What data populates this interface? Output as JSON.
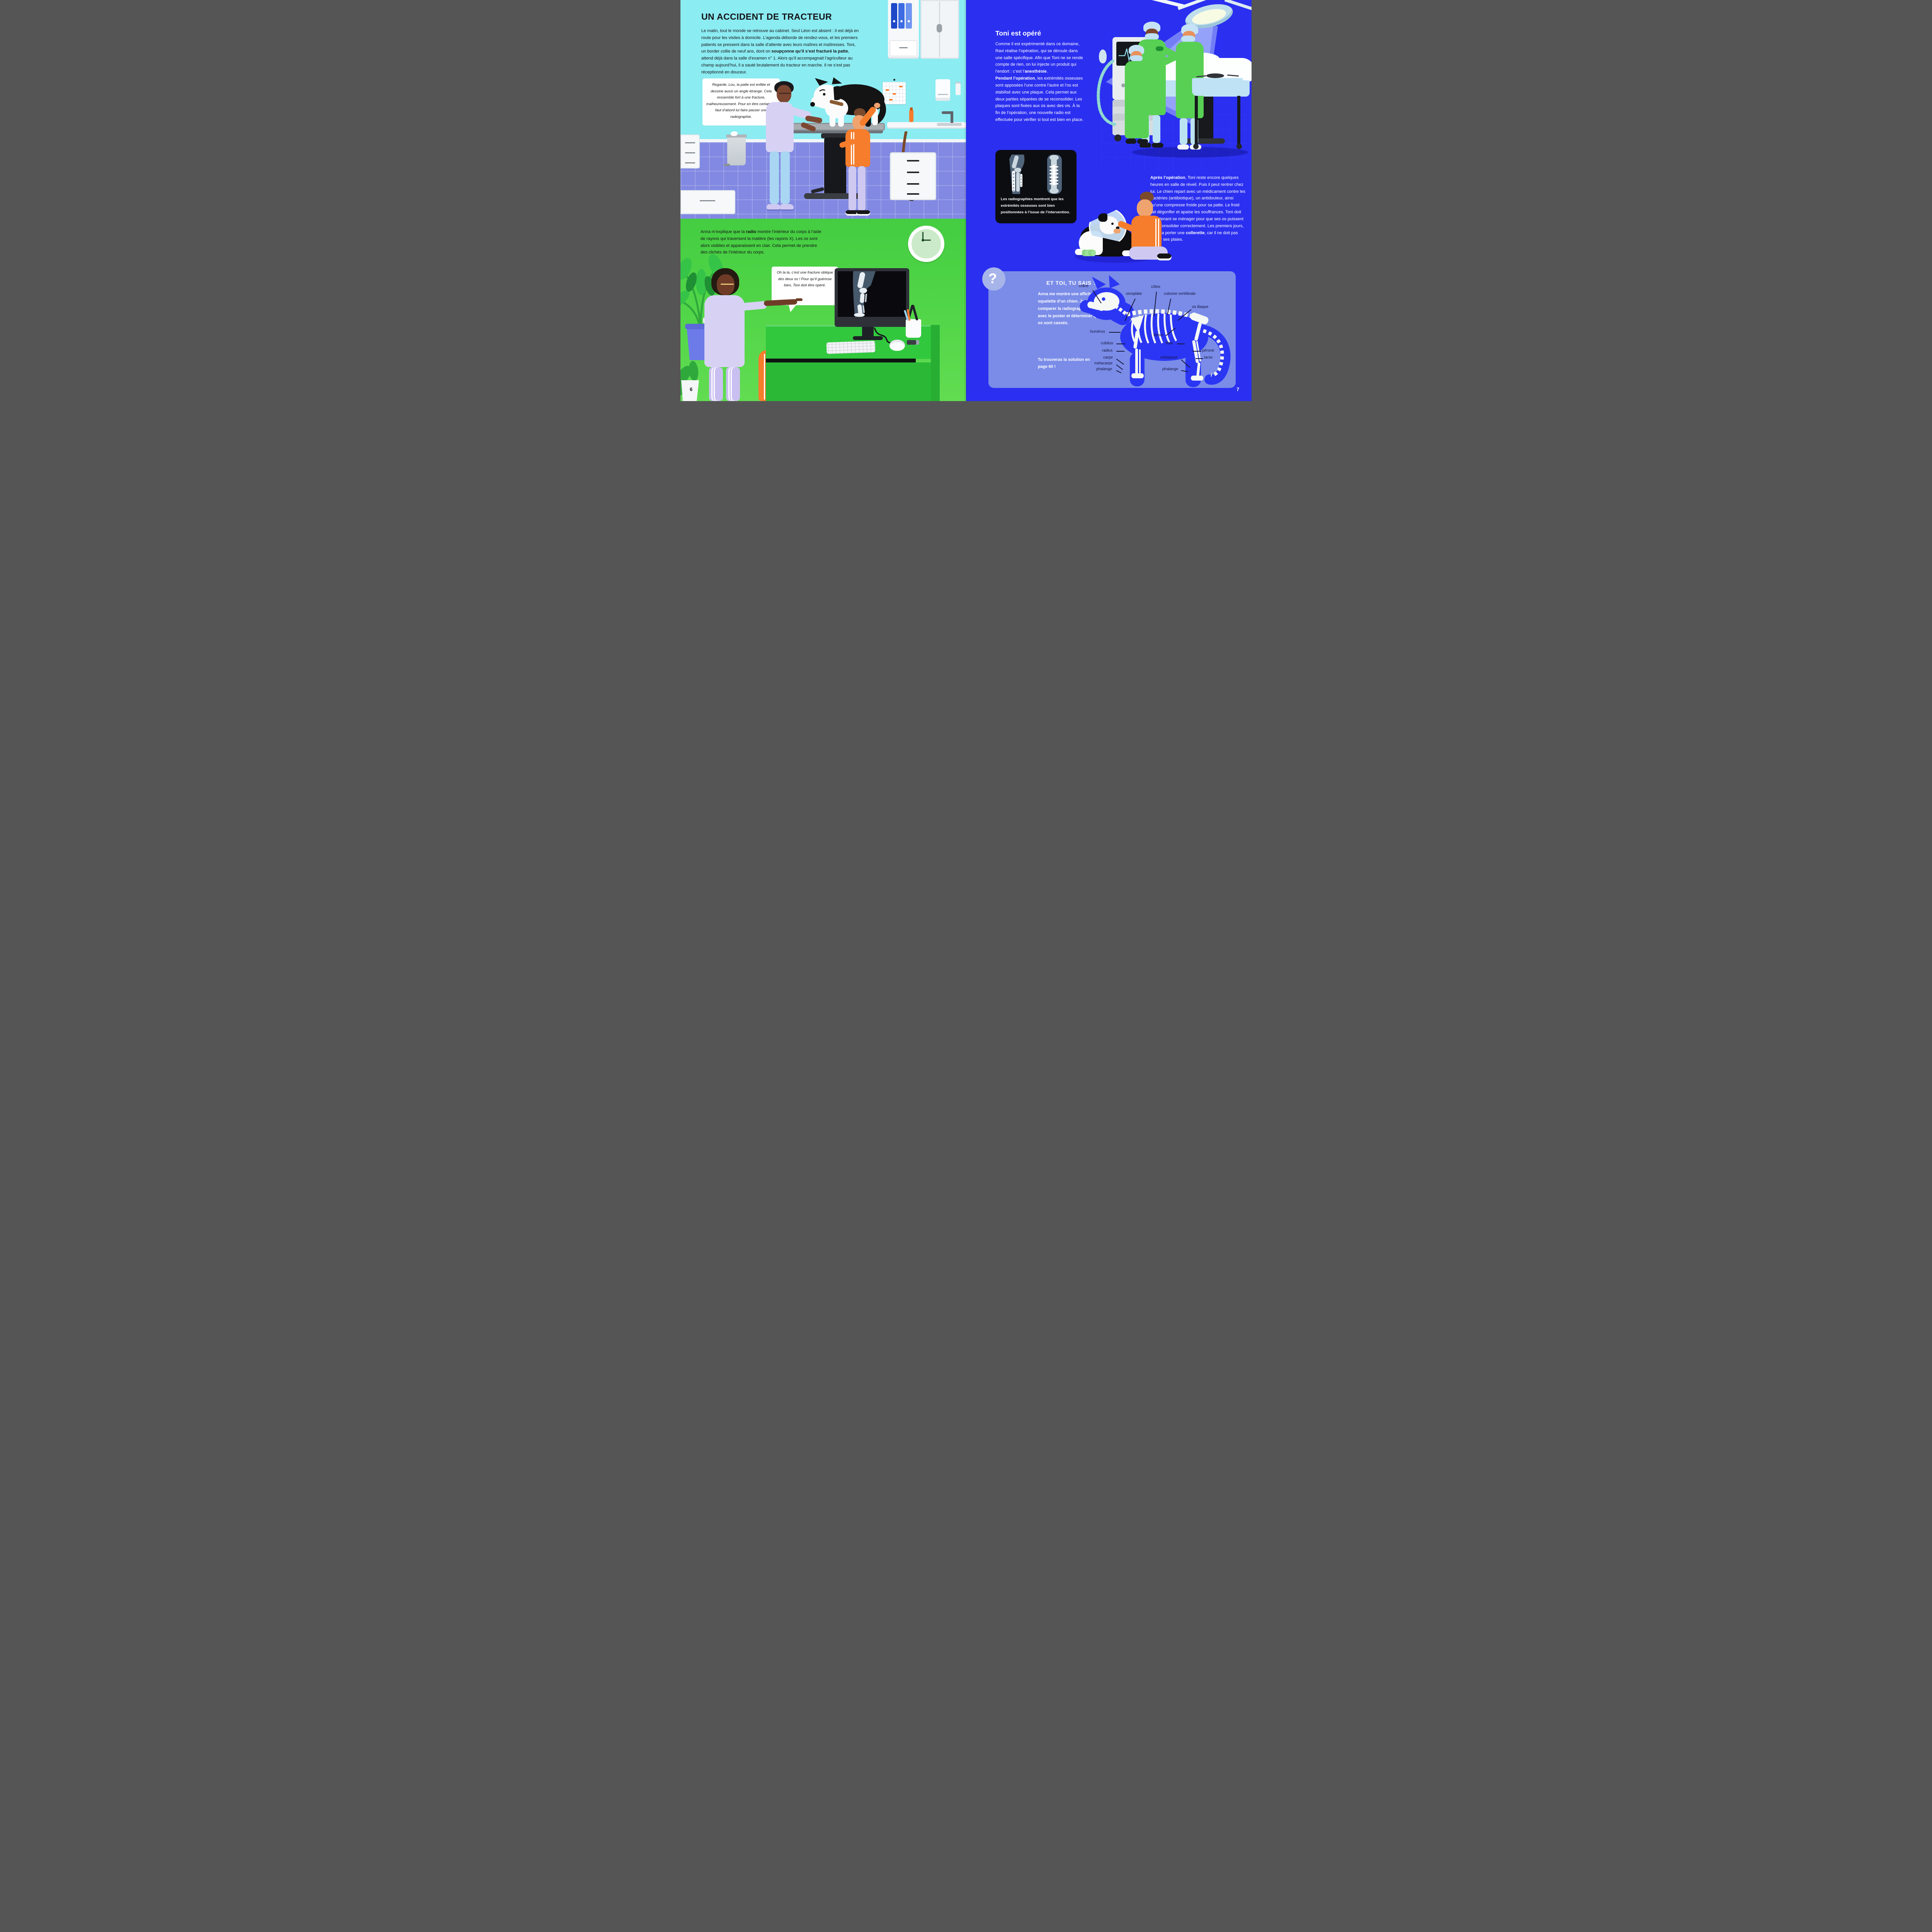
{
  "colors": {
    "cyan_wall": "#8BECF2",
    "tile_wall": "#8289E2",
    "green_wall": "#4FD348",
    "page_blue": "#2A2FF0",
    "quiz_panel_blue": "#7A8CE8",
    "accent_orange": "#F57D2C",
    "surgeon_green": "#58D054"
  },
  "page_left": {
    "page_number": "6",
    "title": "UN ACCIDENT DE TRACTEUR",
    "intro": {
      "s1": "Le matin, tout le monde se retrouve au cabinet. Seul Léon est absent : il est déjà en route pour les visites à domicile. L’agenda déborde de rendez-vous, et les premiers patients se pressent dans la salle d’attente avec leurs maîtres et maîtresses. Toni, un border collie de neuf ans, dont on ",
      "s2_bold": "soupçonne qu’il s’est fracturé la patte",
      "s3": ", attend déjà dans la salle d’examen n° 1. Alors qu’il accompagnait l’agriculteur au champ aujourd’hui, il a sauté brutalement du tracteur en marche. Il ne s’est pas réceptionné en douceur."
    },
    "speech_bubble_exam": "Regarde, Lou, la patte est enflée et dessine aussi un angle étrange. Cela ressemble fort à une fracture, malheureusement. Pour en être certains, il faut d’abord lui faire passer une radiographie.",
    "radio_text": {
      "s1": "Anna m’explique que la ",
      "s2_bold": "radio",
      "s3": " montre l’intérieur du corps à l’aide de rayons qui traversent la matière (les rayons X). Les os sont alors visibles et apparaissent en clair. Cela permet de prendre des clichés de l’intérieur du corps."
    },
    "speech_bubble_xray": "Oh la la, c’est une fracture oblique des deux os ! Pour qu’il guérisse bien, Toni doit être opéré."
  },
  "page_right": {
    "page_number": "7",
    "heading": "Toni est opéré",
    "operation": {
      "p1_s1": "Comme il est expérimenté dans ce domaine, Ravi réalise l’opération, qui se déroule dans une salle spécifique. Afin que Toni ne se rende compte de rien, on lui injecte un produit qui l’endort : c’est l’",
      "p1_s2_bold": "anesthésie",
      "p1_s3": ".",
      "p2_s1_bold": "Pendant l’opération",
      "p2_s2": ", les extrémités osseuses sont apposées l’une contre l’autre et l’os est stabilisé avec une plaque. Cela permet aux deux parties séparées de se reconsolider. Les plaques sont fixées aux os avec des vis. À la fin de l’opération, une nouvelle radio est effectuée pour vérifier si tout est bien en place."
    },
    "xray_caption": "Les radiographies montrent que les extrémités osseuses sont bien positionnées à l’issue de l’intervention.",
    "after": {
      "s1_bold": "Après l’opération",
      "s2": ", Toni reste encore quelques heures en salle de réveil. Puis il peut rentrer chez lui. Le chien repart avec un médicament contre les bactéries (antibiotique), un antidouleur, ainsi qu’une compresse froide pour sa patte. Le froid fait dégonfler et apaise les souffrances. Toni doit maintenant se ménager pour que ses os puissent se reconsolider correctement. Les premiers jours, il devra porter une ",
      "s3_bold": "collerette",
      "s4": ", car il ne doit pas lécher ses plaies."
    },
    "quiz": {
      "icon": "?",
      "heading": "ET TOI, TU SAIS ?",
      "body": "Anna me montre une affiche du squelette d’un chien. Je dois comparer la radiographie de Toni avec le poster et déterminer quels os sont cassés.",
      "solution": "Tu trouveras la solution en page 60 !",
      "labels": [
        "crâne",
        "côtes",
        "omoplate",
        "colonne vertébrale",
        "os iliaque",
        "humérus",
        "cubitus",
        "radius",
        "carpe",
        "métacarpe",
        "phalange",
        "fémur",
        "tibia",
        "péroné",
        "tarse",
        "métatarse",
        "phalange"
      ]
    }
  }
}
